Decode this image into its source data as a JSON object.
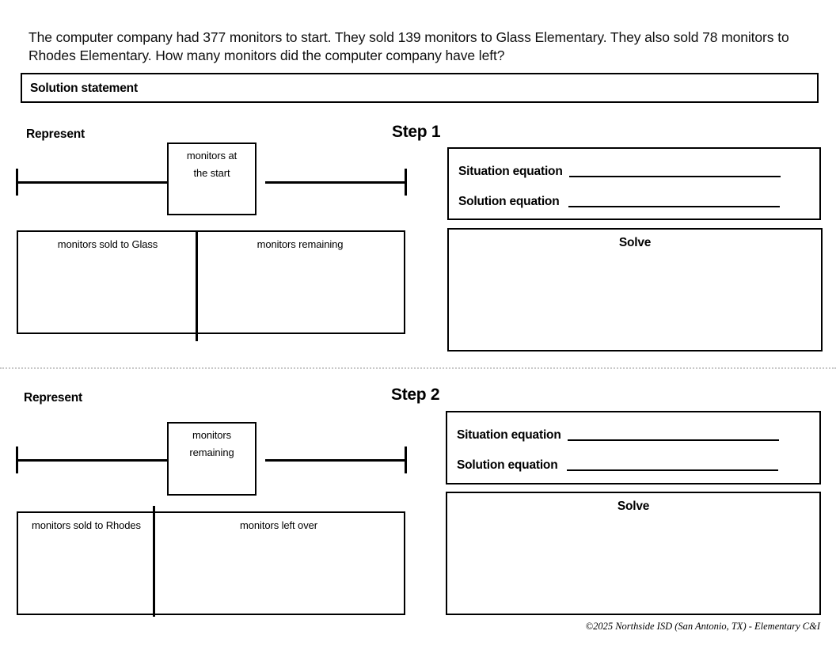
{
  "problem": {
    "text": "The computer company had 377 monitors to start. They sold 139 monitors to Glass Elementary. They also sold 78 monitors to Rhodes Elementary. How many monitors did the computer company have left?",
    "starting_amount": 377,
    "sold_to_glass": 139,
    "sold_to_rhodes": 78
  },
  "solution_statement": {
    "label": "Solution statement"
  },
  "steps": [
    {
      "id": "step-1",
      "step_label": "Step 1",
      "represent_label": "Represent",
      "total_box_label": "monitors at\nthe start",
      "total_box_line1": "monitors at",
      "total_box_line2": "the start",
      "part_labels": [
        "monitors sold to Glass",
        "monitors remaining"
      ],
      "situation_equation_label": "Situation equation",
      "situation_equation_value": "",
      "solution_equation_label": "Solution equation",
      "solution_equation_value": "",
      "solve_label": "Solve",
      "solve_work": ""
    },
    {
      "id": "step-2",
      "step_label": "Step 2",
      "represent_label": "Represent",
      "total_box_label": "monitors\nremaining",
      "total_box_line1": "monitors",
      "total_box_line2": "remaining",
      "part_labels": [
        "monitors sold to Rhodes",
        "monitors left over"
      ],
      "situation_equation_label": "Situation equation",
      "situation_equation_value": "",
      "solution_equation_label": "Solution equation",
      "solution_equation_value": "",
      "solve_label": "Solve",
      "solve_work": ""
    }
  ],
  "footer": {
    "copyright": "©2025 Northside ISD (San Antonio, TX) - Elementary C&I"
  },
  "colors": {
    "ink": "#000000",
    "paper": "#ffffff",
    "separator": "#c9c9c9"
  }
}
